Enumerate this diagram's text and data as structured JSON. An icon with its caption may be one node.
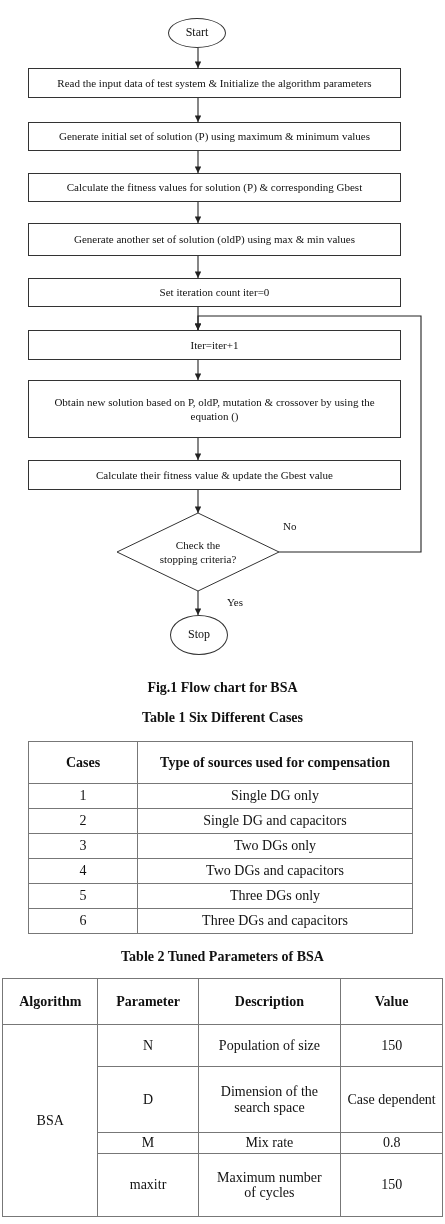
{
  "diagram": {
    "caption": "Fig.1 Flow chart for BSA",
    "nodes": [
      {
        "text": [
          "Start"
        ]
      },
      {
        "text": [
          "Read the input data of test system & Initialize the algorithm parameters"
        ]
      },
      {
        "text": [
          "Generate initial set of solution (P) using maximum & minimum values"
        ]
      },
      {
        "text": [
          "Calculate the fitness values for solution (P) & corresponding Gbest"
        ]
      },
      {
        "text": [
          "Generate another set of solution (oldP) using max & min values"
        ]
      },
      {
        "text": [
          "Set iteration count iter=0"
        ]
      },
      {
        "text": [
          "Iter=iter+1"
        ]
      },
      {
        "text": [
          "Obtain new solution based on P, oldP, mutation & crossover by using the equation ()"
        ]
      },
      {
        "text": [
          "Calculate their fitness value & update the Gbest value"
        ]
      },
      {
        "text": [
          "Check the stopping criteria?"
        ]
      },
      {
        "text": [
          "Stop"
        ]
      }
    ],
    "edges": [
      {
        "from": 0,
        "to": 1,
        "arrow": "to"
      },
      {
        "from": 1,
        "to": 2,
        "arrow": "to"
      },
      {
        "from": 2,
        "to": 3,
        "arrow": "to"
      },
      {
        "from": 3,
        "to": 4,
        "arrow": "to"
      },
      {
        "from": 4,
        "to": 5,
        "arrow": "to"
      },
      {
        "from": 5,
        "to": 6,
        "arrow": "to"
      },
      {
        "from": 6,
        "to": 7,
        "arrow": "to"
      },
      {
        "from": 7,
        "to": 8,
        "arrow": "to"
      },
      {
        "from": 8,
        "to": 9,
        "arrow": "to"
      },
      {
        "from": 9,
        "to": 10,
        "arrow": "to",
        "label": "Yes"
      },
      {
        "from": 9,
        "to": 6,
        "arrow": "to",
        "label": "No"
      }
    ],
    "labels": [
      "Table 1 Six Different Cases",
      "Cases",
      "Type of sources used for compensation",
      "1",
      "Single DG only",
      "2",
      "Single DG and capacitors",
      "3",
      "Two DGs only",
      "4",
      "Two DGs and capacitors",
      "5",
      "Three DGs only",
      "6",
      "Three DGs and capacitors",
      "Table 2 Tuned Parameters of BSA",
      "Algorithm",
      "Parameter",
      "Description",
      "Value",
      "BSA",
      "N",
      "Population of size",
      "150",
      "D",
      "Dimension of the search space",
      "Case dependent",
      "M",
      "Mix rate",
      "0.8",
      "maxitr",
      "Maximum number of cycles",
      "150"
    ]
  }
}
